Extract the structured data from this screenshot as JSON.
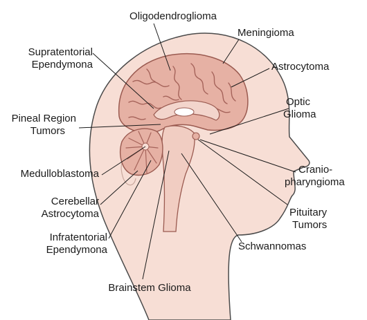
{
  "labels": {
    "oligodendroglioma": "Oligodendroglioma",
    "meningioma": "Meningioma",
    "supratentorial_1": "Supratentorial",
    "supratentorial_2": "Ependymona",
    "astrocytoma": "Astrocytoma",
    "optic_1": "Optic",
    "optic_2": "Glioma",
    "pineal_1": "Pineal Region",
    "pineal_2": "Tumors",
    "medulloblastoma": "Medulloblastoma",
    "cranio_1": "Cranio-",
    "cranio_2": "pharyngioma",
    "cerebellar_1": "Cerebellar",
    "cerebellar_2": "Astrocytoma",
    "pituitary_1": "Pituitary",
    "pituitary_2": "Tumors",
    "infratentorial_1": "Infratentorial",
    "infratentorial_2": "Ependymona",
    "schwannomas": "Schwannomas",
    "brainstem": "Brainstem Glioma"
  },
  "colors": {
    "skin_fill": "#f7ded5",
    "skin_outline": "#4a4a4a",
    "brain_fill": "#e6b1a4",
    "brain_shadow": "#c98f83",
    "fold_line": "#a5635a",
    "stem_fill": "#f1cdc2",
    "leader": "#1a1a1a"
  }
}
